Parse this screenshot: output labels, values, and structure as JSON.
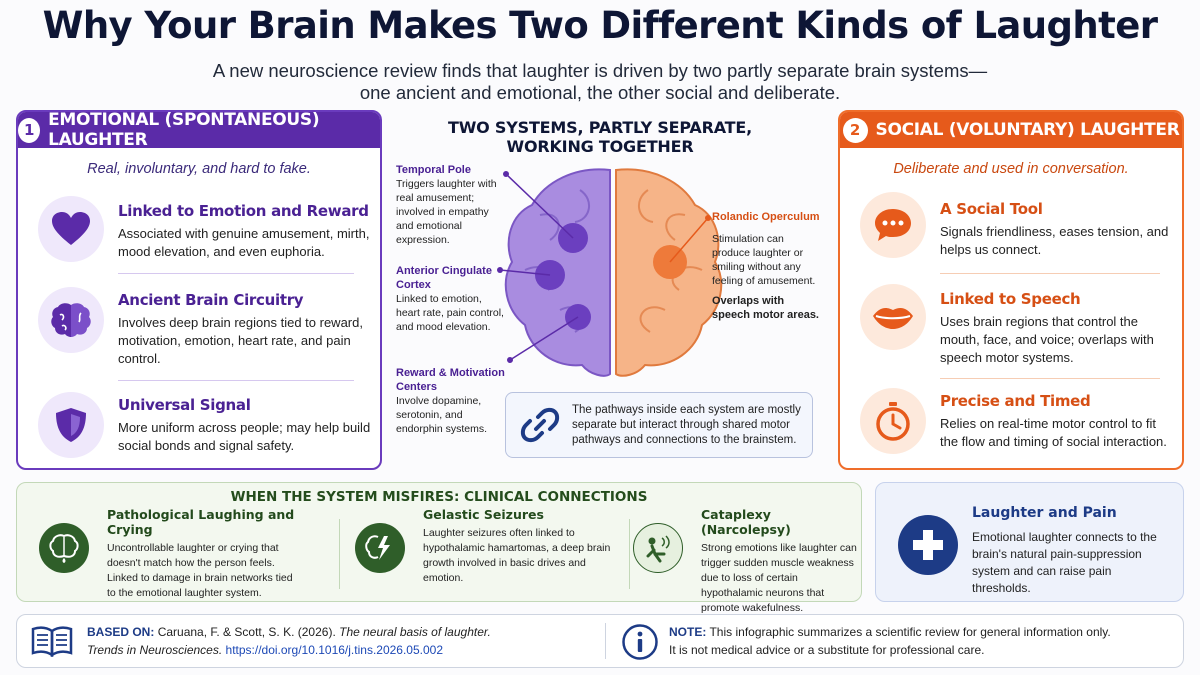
{
  "title": "Why Your Brain Makes Two Different Kinds of Laughter",
  "subtitle_line1": "A new neuroscience review finds that laughter is driven by two partly separate brain systems—",
  "subtitle_line2": "one ancient and emotional, the other social and deliberate.",
  "colors": {
    "emotional": "#5b2ba8",
    "social": "#e65a1b",
    "clinical": "#2f5e29",
    "pain": "#1d3b86"
  },
  "left": {
    "number": "1",
    "heading": "EMOTIONAL (SPONTANEOUS) LAUGHTER",
    "tagline": "Real, involuntary, and hard to fake.",
    "items": [
      {
        "icon": "heart-icon",
        "title": "Linked to Emotion and Reward",
        "text": "Associated with genuine amusement, mirth, mood elevation, and even euphoria."
      },
      {
        "icon": "brain-icon",
        "title": "Ancient Brain Circuitry",
        "text": "Involves deep brain regions tied to reward, motivation, emotion, heart rate, and pain control."
      },
      {
        "icon": "shield-icon",
        "title": "Universal Signal",
        "text": "More uniform across people; may help build social bonds and signal safety."
      }
    ]
  },
  "right": {
    "number": "2",
    "heading": "SOCIAL (VOLUNTARY) LAUGHTER",
    "tagline": "Deliberate and used in conversation.",
    "items": [
      {
        "icon": "speech-bubble-icon",
        "title": "A Social Tool",
        "text": "Signals friendliness, eases tension, and helps us connect."
      },
      {
        "icon": "lips-icon",
        "title": "Linked to Speech",
        "text": "Uses brain regions that control the mouth, face, and voice; overlaps with speech motor systems."
      },
      {
        "icon": "stopwatch-icon",
        "title": "Precise and Timed",
        "text": "Relies on real-time motor control to fit the flow and timing of social interaction."
      }
    ]
  },
  "center": {
    "title_line1": "TWO SYSTEMS, PARTLY SEPARATE,",
    "title_line2": "WORKING TOGETHER",
    "temporal_pole": {
      "name": "Temporal Pole",
      "text": "Triggers laughter with real amusement; involved in empathy and emotional expression."
    },
    "anterior_cingulate": {
      "name": "Anterior Cingulate Cortex",
      "text": "Linked to emotion, heart rate, pain control, and mood elevation."
    },
    "reward_centers": {
      "name": "Reward & Motivation Centers",
      "text": "Involve dopamine, serotonin, and endorphin systems."
    },
    "rolandic": {
      "name": "Rolandic Operculum",
      "text": "Stimulation can produce laughter or smiling without any feeling of amusement.",
      "note": "Overlaps with speech motor areas."
    },
    "link_text": "The pathways inside each system are mostly separate but interact through shared motor pathways and connections to the brainstem."
  },
  "misfire": {
    "title": "WHEN THE SYSTEM MISFIRES: CLINICAL CONNECTIONS",
    "items": [
      {
        "icon": "brain-drop-icon",
        "title": "Pathological Laughing and Crying",
        "text": "Uncontrollable laughter or crying that doesn't match how the person feels. Linked to damage in brain networks tied to the emotional laughter system."
      },
      {
        "icon": "brain-bolt-icon",
        "title": "Gelastic Seizures",
        "text": "Laughter seizures often linked to hypothalamic hamartomas, a deep brain growth involved in basic drives and emotion."
      },
      {
        "icon": "collapse-icon",
        "title": "Cataplexy (Narcolepsy)",
        "text": "Strong emotions like laughter can trigger sudden muscle weakness due to loss of certain hypothalamic neurons that promote wakefulness."
      }
    ]
  },
  "pain": {
    "icon": "medical-cross-icon",
    "title": "Laughter and Pain",
    "text": "Emotional laughter connects to the brain's natural pain-suppression system and can raise pain thresholds."
  },
  "footer": {
    "based_label": "BASED ON:",
    "citation_authors": "Caruana, F. & Scott, S. K. (2026).",
    "citation_title": "The neural basis of laughter.",
    "journal": "Trends in Neurosciences.",
    "doi": "https://doi.org/10.1016/j.tins.2026.05.002",
    "note_label": "NOTE:",
    "note_line1": "This infographic summarizes a scientific review for general information only.",
    "note_line2": "It is not medical advice or a substitute for professional care."
  }
}
